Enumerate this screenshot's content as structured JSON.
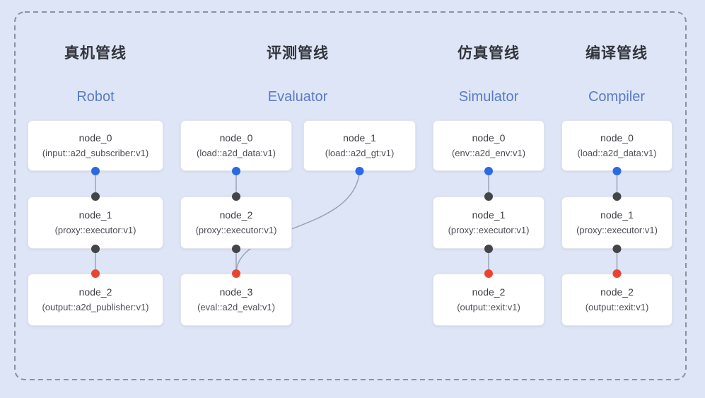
{
  "colors": {
    "background": "#dee5f6",
    "dashed_border": "#8b919e",
    "edge_line": "#93a0b4",
    "port_blue": "#2a6ae2",
    "port_dark": "#434549",
    "port_red": "#ea4431",
    "title_cn": "#33353c",
    "title_en": "#5b7bc8",
    "node_bg": "#ffffff",
    "node_border": "#e2e5ec"
  },
  "pipelines": [
    {
      "title_cn": "真机管线",
      "title_en": "Robot",
      "nodes": [
        {
          "title": "node_0",
          "subtitle": "(input::a2d_subscriber:v1)"
        },
        {
          "title": "node_1",
          "subtitle": "(proxy::executor:v1)"
        },
        {
          "title": "node_2",
          "subtitle": "(output::a2d_publisher:v1)"
        }
      ]
    },
    {
      "title_cn": "评测管线",
      "title_en": "Evaluator",
      "nodes": [
        {
          "title": "node_0",
          "subtitle": "(load::a2d_data:v1)"
        },
        {
          "title": "node_1",
          "subtitle": "(load::a2d_gt:v1)"
        },
        {
          "title": "node_2",
          "subtitle": "(proxy::executor:v1)"
        },
        {
          "title": "node_3",
          "subtitle": "(eval::a2d_eval:v1)"
        }
      ]
    },
    {
      "title_cn": "仿真管线",
      "title_en": "Simulator",
      "nodes": [
        {
          "title": "node_0",
          "subtitle": "(env::a2d_env:v1)"
        },
        {
          "title": "node_1",
          "subtitle": "(proxy::executor:v1)"
        },
        {
          "title": "node_2",
          "subtitle": "(output::exit:v1)"
        }
      ]
    },
    {
      "title_cn": "编译管线",
      "title_en": "Compiler",
      "nodes": [
        {
          "title": "node_0",
          "subtitle": "(load::a2d_data:v1)"
        },
        {
          "title": "node_1",
          "subtitle": "(proxy::executor:v1)"
        },
        {
          "title": "node_2",
          "subtitle": "(output::exit:v1)"
        }
      ]
    }
  ]
}
